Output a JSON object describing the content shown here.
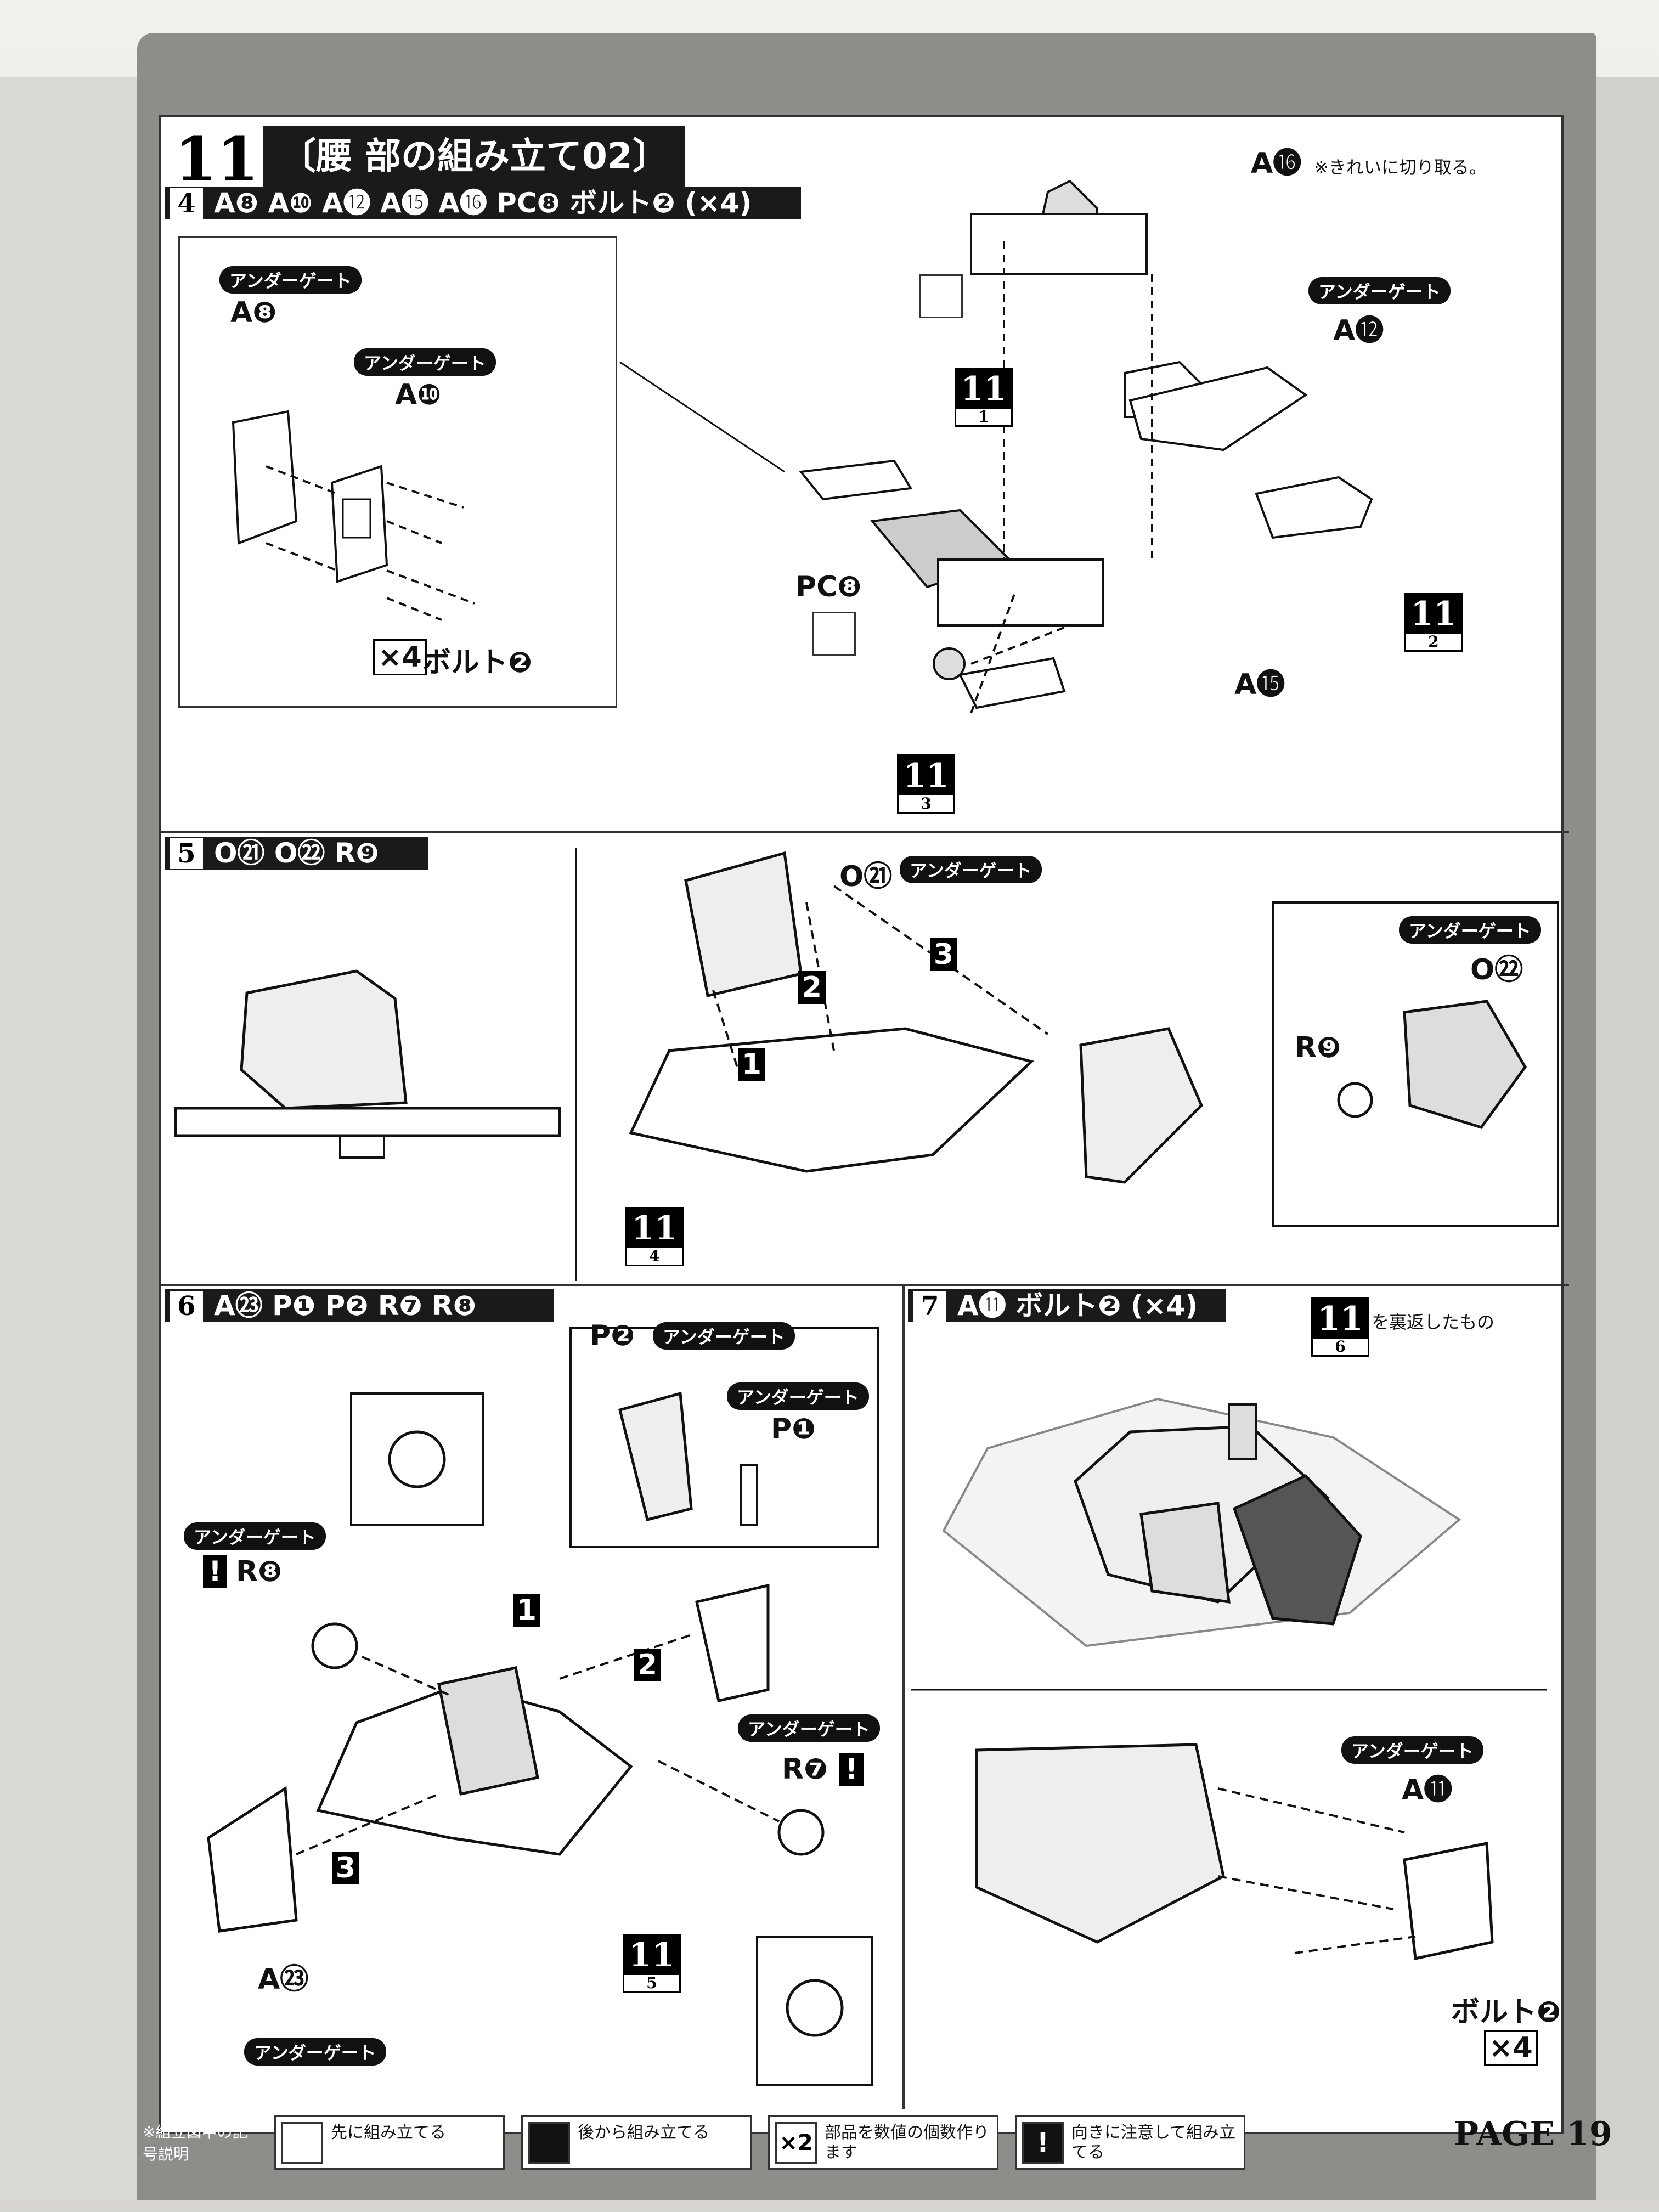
{
  "header": {
    "step_number": "11",
    "title": "〔腰 部の組み立て02〕"
  },
  "step4": {
    "number": "4",
    "parts": "A❽ A❿ A⓬ A⓯ A⓰ PC❽ ボルト❷ (×4)",
    "labels": {
      "a8": "A❽",
      "a10": "A❿",
      "a12": "A⓬",
      "a15": "A⓯",
      "a16": "A⓰",
      "pc8": "PC❽",
      "bolt_qty": "×4",
      "bolt": "ボルト❷",
      "undergate": "アンダーゲート"
    },
    "note": "※きれいに切り取る。",
    "refs": [
      {
        "big": "11",
        "small": "1"
      },
      {
        "big": "11",
        "small": "2"
      },
      {
        "big": "11",
        "small": "3"
      }
    ]
  },
  "step5": {
    "number": "5",
    "parts": "O㉑ O㉒ R❾",
    "labels": {
      "o21": "O㉑",
      "o22": "O㉒",
      "r9": "R❾",
      "undergate": "アンダーゲート"
    },
    "order": [
      "1",
      "2",
      "3"
    ],
    "ref": {
      "big": "11",
      "small": "4"
    }
  },
  "step6": {
    "number": "6",
    "parts": "A㉓ P❶ P❷ R❼ R❽",
    "labels": {
      "p2": "P❷",
      "p1": "P❶",
      "r8": "R❽",
      "r7": "R❼",
      "a23": "A㉓",
      "undergate": "アンダーゲート"
    },
    "order": [
      "1",
      "2",
      "3"
    ],
    "ref": {
      "big": "11",
      "small": "5"
    }
  },
  "step7": {
    "number": "7",
    "parts": "A⓫ ボルト❷ (×4)",
    "labels": {
      "a11": "A⓫",
      "bolt": "ボルト❷",
      "bolt_qty": "×4",
      "undergate": "アンダーゲート"
    },
    "ref": {
      "big": "11",
      "small": "6"
    },
    "ref_note": "を裏返したもの"
  },
  "footer": {
    "legend_title": "※組立図中の記号説明",
    "legend": [
      {
        "icon": "first-assemble-icon",
        "text": "先に組み立てる"
      },
      {
        "icon": "later-assemble-icon",
        "text": "後から組み立てる"
      },
      {
        "icon": "multiply-icon",
        "mark": "×2",
        "text": "部品を数値の個数作ります"
      },
      {
        "icon": "caution-icon",
        "mark": "!",
        "text": "向きに注意して組み立てる"
      }
    ],
    "page": "PAGE 19"
  },
  "colors": {
    "ink": "#111111",
    "paper": "#ffffff",
    "frame": "#8d8d8a"
  }
}
